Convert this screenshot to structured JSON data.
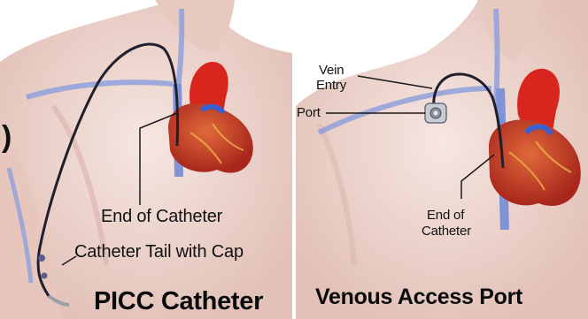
{
  "panels": {
    "left": {
      "title": "PICC Catheter",
      "labels": {
        "end_of_catheter": "End of Catheter",
        "catheter_tail": "Catheter Tail with Cap"
      }
    },
    "right": {
      "title": "Venous Access Port",
      "labels": {
        "vein_entry_line1": "Vein",
        "vein_entry_line2": "Entry",
        "port": "Port",
        "end_of_catheter_line1": "End of",
        "end_of_catheter_line2": "Catheter"
      }
    }
  },
  "edge_glyph": ")",
  "colors": {
    "skin": "#efd6cf",
    "skin_shadow": "#dcb9b0",
    "vein": "#7f93d6",
    "aorta": "#d8261e",
    "heart": "#c8402a",
    "catheter": "#1f1f2e",
    "pointer": "#1a1a1a"
  }
}
